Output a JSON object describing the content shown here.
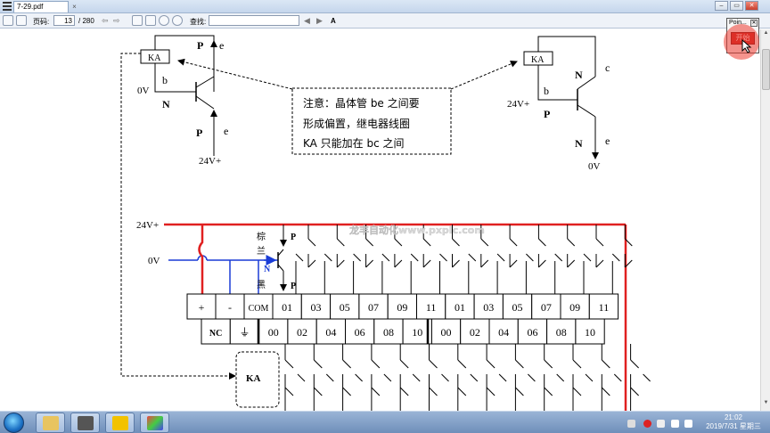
{
  "window": {
    "tab_title": "7-29.pdf",
    "tab_close": "×",
    "controls": {
      "minimize": "–",
      "restore": "▭",
      "close": "✕"
    }
  },
  "toolbar": {
    "page_label": "页码:",
    "page_current": "13",
    "page_total": "/ 280",
    "find_label": "查找:",
    "find_value": "",
    "search_glyph": "A"
  },
  "overlay": {
    "title": "Poin...",
    "close": "✕",
    "button_label": "开始"
  },
  "diagram": {
    "left_top": {
      "ka": "KA",
      "b": "b",
      "e_top": "e",
      "p_top": "P",
      "zero_v": "0V",
      "n": "N",
      "p_mid": "P",
      "e_mid": "e",
      "v24": "24V+"
    },
    "note": {
      "line1": "注意：晶体管 be 之间要",
      "line2": "形成偏置，继电器线圈",
      "line3": "KA 只能加在 bc 之间"
    },
    "right_top": {
      "ka": "KA",
      "n_top": "N",
      "c": "c",
      "b": "b",
      "v24": "24V+",
      "p": "P",
      "n_bottom": "N",
      "e": "e",
      "zero_v": "0V"
    },
    "rails": {
      "v24": "24V+",
      "zero_v": "0V"
    },
    "wires": {
      "brown": "棕",
      "blue": "兰",
      "black": "黑",
      "p_top": "P",
      "n_mid": "N",
      "p_bottom": "P"
    },
    "terminals_top": [
      "+",
      "-",
      "COM",
      "01",
      "03",
      "05",
      "07",
      "09",
      "11",
      "01",
      "03",
      "05",
      "07",
      "09",
      "11"
    ],
    "terminals_bottom": [
      "NC",
      "⏚",
      "00",
      "02",
      "04",
      "06",
      "08",
      "10",
      "00",
      "02",
      "04",
      "06",
      "08",
      "10"
    ],
    "ka_box": "KA",
    "watermark": "龙丰自动化www.pxplc.com"
  },
  "taskbar": {
    "time": "21:02",
    "date": "2019/7/31 星期三"
  }
}
